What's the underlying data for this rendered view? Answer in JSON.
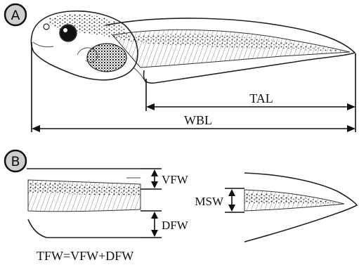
{
  "panels": {
    "a": {
      "letter": "A"
    },
    "b": {
      "letter": "B"
    }
  },
  "measurements": {
    "tal": "TAL",
    "wbl": "WBL",
    "vfw": "VFW",
    "dfw": "DFW",
    "msw": "MSW"
  },
  "formula": "TFW=VFW+DFW",
  "colors": {
    "ink": "#111111",
    "panel_circle": "#cfcfcf",
    "background": "#ffffff"
  }
}
